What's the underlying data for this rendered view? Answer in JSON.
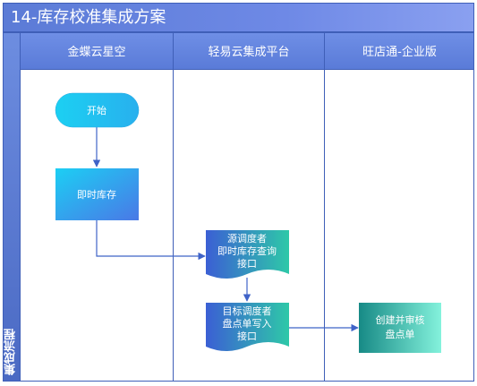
{
  "title": "14-库存校准集成方案",
  "side_label": "集成流程",
  "lanes": [
    {
      "name": "金蝶云星空"
    },
    {
      "name": "轻易云集成平台"
    },
    {
      "name": "旺店通-企业版"
    }
  ],
  "nodes": {
    "start": {
      "label": "开始"
    },
    "inventory": {
      "label": "即时库存"
    },
    "source": {
      "lines": [
        "源调度者",
        "即时库存查询",
        "接口"
      ]
    },
    "target": {
      "lines": [
        "目标调度者",
        "盘点单写入",
        "接口"
      ]
    },
    "create": {
      "lines": [
        "创建并审核",
        "盘点单"
      ]
    }
  },
  "colors": {
    "accent": "#5b7bd6",
    "connector": "#3f63c8",
    "terminal": "#18c8f0",
    "process": "#2fb8f0",
    "doc_gradient_from": "#3b5fd4",
    "doc_gradient_to": "#2ec8a8",
    "create_gradient_from": "#1a8f8a",
    "create_gradient_to": "#7ef0d8"
  }
}
